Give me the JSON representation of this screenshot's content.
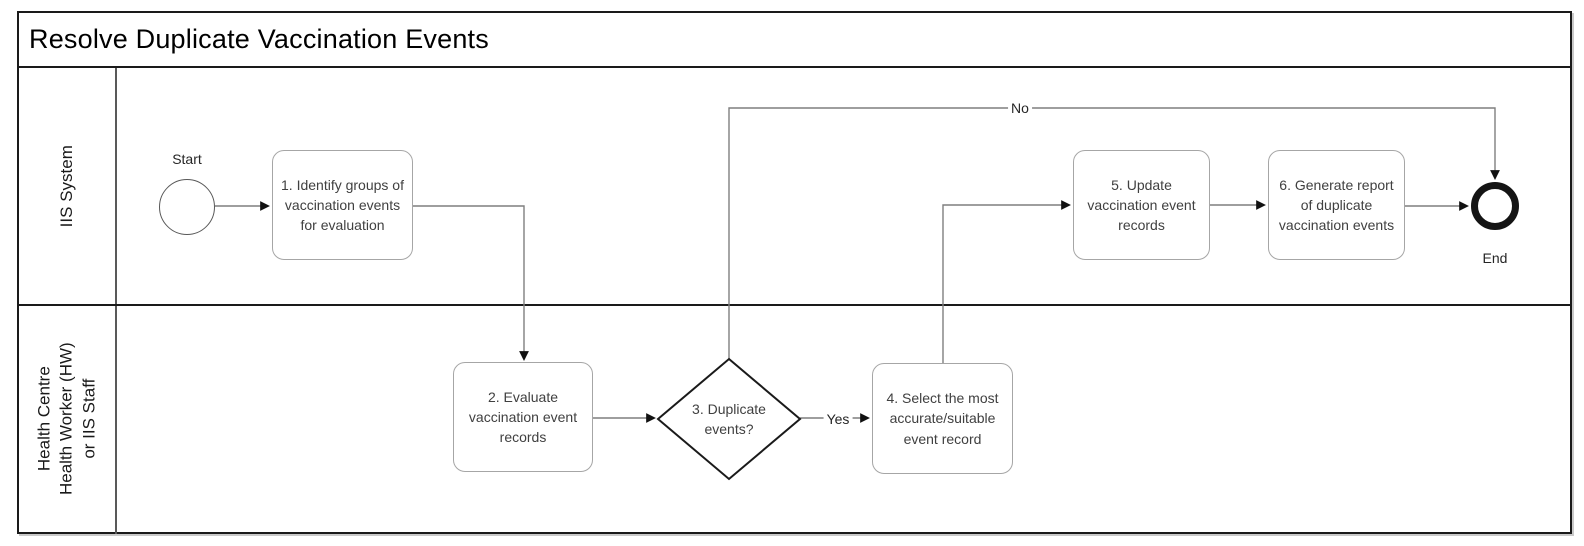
{
  "diagram": {
    "title": "Resolve Duplicate Vaccination Events",
    "lanes": [
      {
        "label": "IIS System"
      },
      {
        "label_lines": [
          "Health Centre",
          "Health Worker (HW)",
          "or IIS Staff"
        ]
      }
    ],
    "nodes": {
      "start": {
        "label": "Start"
      },
      "task1": {
        "label": "1. Identify groups of vaccination events for evaluation"
      },
      "task2": {
        "label": "2. Evaluate vaccination event records"
      },
      "gateway3": {
        "label": "3. Duplicate events?"
      },
      "task4": {
        "label": "4. Select the most accurate/suitable event record"
      },
      "task5": {
        "label": "5. Update vaccination event records"
      },
      "task6": {
        "label": "6. Generate report of duplicate vaccination events"
      },
      "end": {
        "label": "End"
      }
    },
    "edge_labels": {
      "yes": "Yes",
      "no": "No"
    },
    "colors": {
      "pool_border": "#1a1a1a",
      "task_border": "#a6a6a6",
      "connector": "#7f7f7f",
      "arrowhead": "#111111",
      "task_text": "#404040",
      "background": "#ffffff"
    }
  }
}
